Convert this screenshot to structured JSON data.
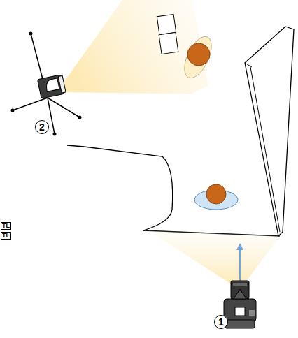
{
  "diagram": {
    "labels": [
      "TL",
      "TL",
      "2",
      "1"
    ]
  }
}
